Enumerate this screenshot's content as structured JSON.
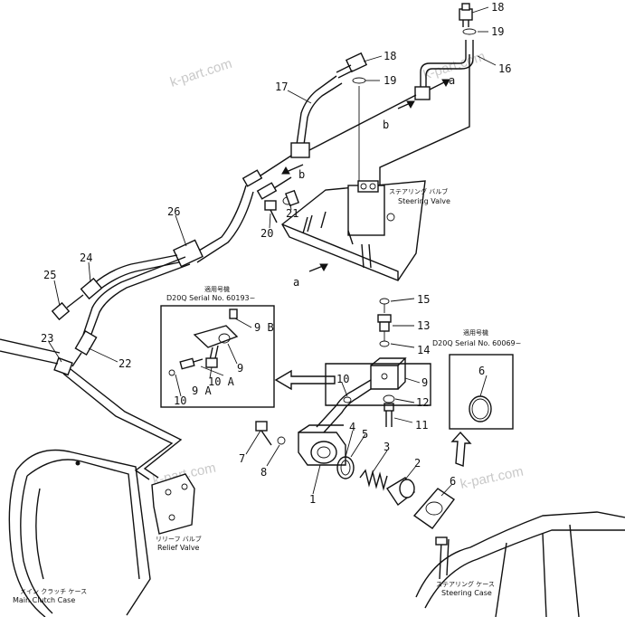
{
  "watermarks": [
    "k-part.com",
    "k-part.com",
    "k-part.com",
    "k-part.com"
  ],
  "callouts": {
    "n1": "1",
    "n2": "2",
    "n3": "3",
    "n4": "4",
    "n5": "5",
    "n6a": "6",
    "n6b": "6",
    "n7": "7",
    "n8": "8",
    "n9a": "9",
    "n9b": "9",
    "n9B": "9 B",
    "n9A": "9 A",
    "n10a": "10",
    "n10b": "10",
    "n10A": "10 A",
    "n11": "11",
    "n12": "12",
    "n13": "13",
    "n14": "14",
    "n15": "15",
    "n16": "16",
    "n17": "17",
    "n18a": "18",
    "n18b": "18",
    "n19a": "19",
    "n19b": "19",
    "n20": "20",
    "n21": "21",
    "n22": "22",
    "n23": "23",
    "n24": "24",
    "n25": "25",
    "n26": "26",
    "ref_a1": "a",
    "ref_a2": "a",
    "ref_b1": "b",
    "ref_b2": "b"
  },
  "captions": {
    "steering_valve_jp": "ステアリング バルブ",
    "steering_valve_en": "Steering Valve",
    "relief_valve_jp": "リリーフ バルブ",
    "relief_valve_en": "Relief Valve",
    "main_clutch_case_jp": "メイン クラッチ ケース",
    "main_clutch_case_en": "Main Clutch Case",
    "steering_case_jp": "ステアリング ケース",
    "steering_case_en": "Steering Case"
  },
  "serial_notes": {
    "left_jp": "適用号機",
    "left_en": "D20Q  Serial No. 60193~",
    "right_jp": "適用号機",
    "right_en": "D20Q  Serial No. 60069~"
  }
}
